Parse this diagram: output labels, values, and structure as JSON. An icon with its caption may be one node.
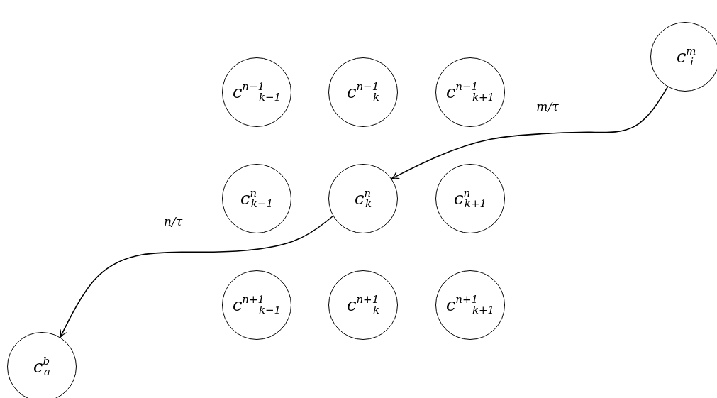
{
  "diagram": {
    "nodes": [
      {
        "text": [
          "c$^{m}$$_{i}$"
        ]
      },
      {
        "text": [
          "c$^{n−1}$$_{k−1}$"
        ]
      },
      {
        "text": [
          "c$^{n−1}$$_{k}$"
        ]
      },
      {
        "text": [
          "c$^{n−1}$$_{k+1}$"
        ]
      },
      {
        "text": [
          "c$^{n}$$_{k−1}$"
        ]
      },
      {
        "text": [
          "c$^{n}$$_{k}$"
        ]
      },
      {
        "text": [
          "c$^{n}$$_{k+1}$"
        ]
      },
      {
        "text": [
          "c$^{n+1}$$_{k−1}$"
        ]
      },
      {
        "text": [
          "c$^{n+1}$$_{k}$"
        ]
      },
      {
        "text": [
          "c$^{n+1}$$_{k+1}$"
        ]
      },
      {
        "text": [
          "c$^{b}$$_{a}$"
        ]
      }
    ],
    "edges": [
      {
        "from": 0,
        "to": 5,
        "arrow": "to",
        "label": "m/τ"
      },
      {
        "from": 5,
        "to": 10,
        "arrow": "to",
        "label": "n/τ"
      }
    ]
  }
}
